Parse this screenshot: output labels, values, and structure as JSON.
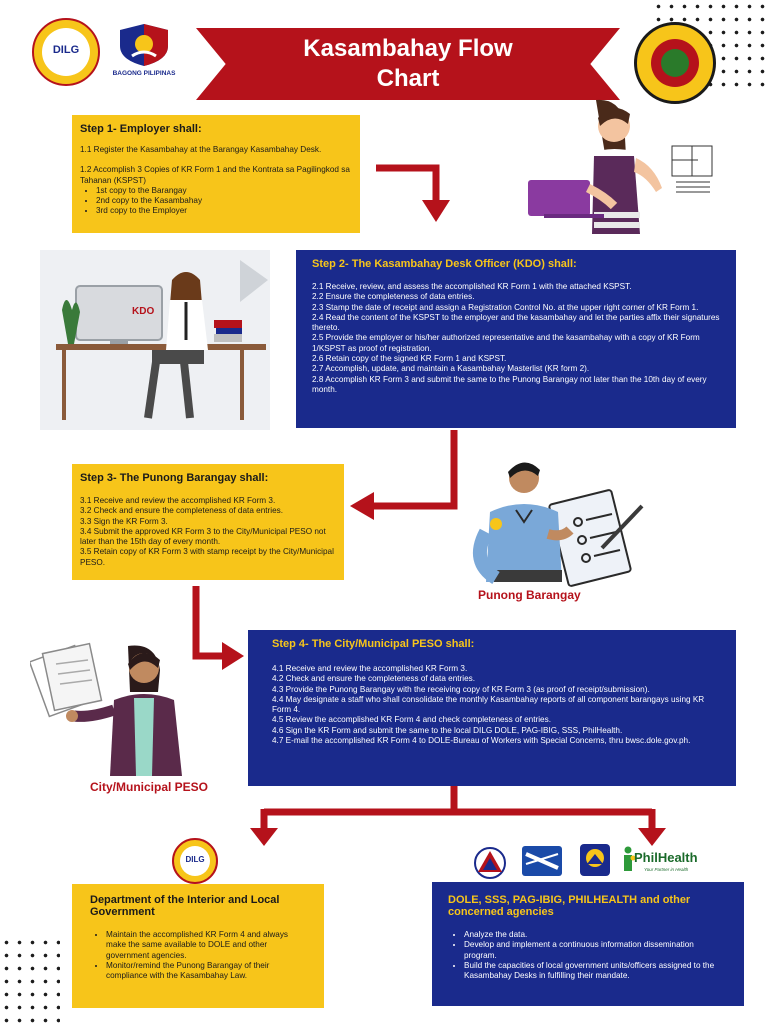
{
  "title": {
    "line1": "Kasambahay Flow",
    "line2": "Chart"
  },
  "logos": {
    "dilg_text": "DILG",
    "bagong_pilipinas_text": "BAGONG PILIPINAS",
    "philhealth_text": "PhilHealth",
    "philhealth_tagline": "Your Partner in Health"
  },
  "step1": {
    "heading": "Step 1- Employer shall:",
    "item1": "1.1 Register the Kasambahay at the Barangay Kasambahay Desk.",
    "item2": "1.2 Accomplish 3 Copies of KR Form 1 and the Kontrata sa Pagilingkod sa Tahanan (KSPST)",
    "bullets": [
      "1st copy to the Barangay",
      "2nd copy to the Kasambahay",
      "3rd copy to the Employer"
    ]
  },
  "step2": {
    "heading": "Step 2- The Kasambahay Desk Officer (KDO) shall:",
    "items": [
      "2.1 Receive, review, and assess the accomplished KR Form 1 with the attached KSPST.",
      "2.2 Ensure the completeness of data entries.",
      "2.3 Stamp the date of receipt and assign a Registration Control No. at the upper right corner of KR Form 1.",
      "2.4 Read the content of the KSPST to the employer and the kasambahay and let the parties affix their signatures thereto.",
      "2.5 Provide the employer or his/her authorized representative and the kasambahay with a copy of KR Form 1/KSPST as proof of registration.",
      "2.6 Retain copy of the signed KR Form 1 and KSPST.",
      "2.7 Accomplish, update, and maintain a Kasambahay Masterlist (KR form 2).",
      "2.8 Accomplish KR Form 3 and submit the same to the Punong Barangay not later than the 10th day of every month."
    ],
    "kdo_label": "KDO"
  },
  "step3": {
    "heading": "Step 3- The Punong Barangay shall:",
    "items": [
      "3.1 Receive and review the accomplished KR Form 3.",
      "3.2 Check and ensure the completeness of data entries.",
      "3.3 Sign the KR Form 3.",
      "3.4 Submit the approved KR Form 3 to the City/Municipal PESO not later than the 15th day of every month.",
      "3.5 Retain copy of KR Form 3 with stamp receipt by the City/Municipal PESO."
    ],
    "caption": "Punong Barangay"
  },
  "step4": {
    "heading": "Step 4- The City/Municipal PESO shall:",
    "items": [
      "4.1 Receive and review the accomplished KR Form 3.",
      "4.2 Check and ensure the completeness of data entries.",
      "4.3 Provide the Punong Barangay with the receiving copy of KR Form 3 (as proof of receipt/submission).",
      "4.4 May designate a staff who shall consolidate the monthly Kasambahay reports of all component barangays using KR Form 4.",
      "4.5 Review the accomplished KR Form 4 and check completeness of entries.",
      "4.6 Sign the KR Form and submit the same to the local DILG DOLE, PAG-IBIG, SSS, PhilHealth.",
      "4.7 E-mail the accomplished KR Form 4 to DOLE-Bureau of Workers with Special Concerns, thru bwsc.dole.gov.ph."
    ],
    "caption": "City/Municipal PESO"
  },
  "dilg_box": {
    "heading": "Department of the Interior and Local Government",
    "bullets": [
      "Maintain the accomplished KR Form 4 and always make the same available to DOLE and other government agencies.",
      "Monitor/remind the Punong Barangay of their compliance with the Kasambahay Law."
    ]
  },
  "agencies_box": {
    "heading": "DOLE, SSS, PAG-IBIG, PHILHEALTH and other concerned agencies",
    "bullets": [
      "Analyze the data.",
      "Develop and implement a continuous information dissemination program.",
      "Build the capacities of local government units/officers assigned to the Kasambahay Desks in fulfilling their mandate."
    ]
  },
  "colors": {
    "red": "#b5121b",
    "yellow": "#f7c51a",
    "navy": "#1a2a8c"
  }
}
